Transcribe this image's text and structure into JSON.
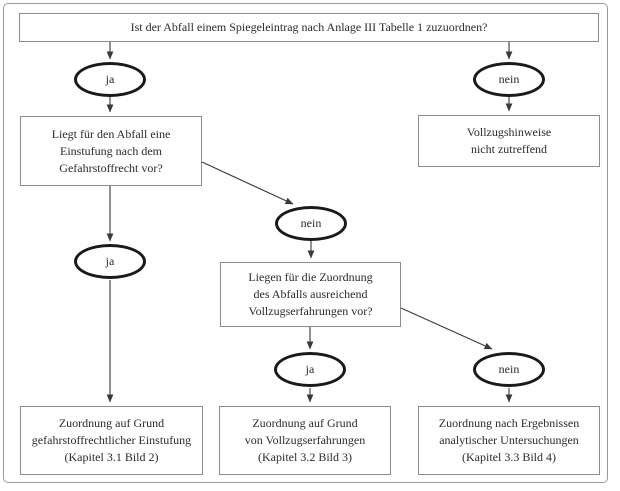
{
  "labels": {
    "yes": "ja",
    "no": "nein"
  },
  "nodes": {
    "top_question": {
      "text": "Ist der Abfall einem Spiegeleintrag nach Anlage III Tabelle 1 zuzuordnen?"
    },
    "gefahrstoff_question": {
      "line1": "Liegt für den Abfall eine",
      "line2": "Einstufung nach dem",
      "line3": "Gefahrstoffrecht vor?"
    },
    "vollzugshinweise_result": {
      "line1": "Vollzugshinweise",
      "line2": "nicht zutreffend"
    },
    "vollzug_question": {
      "line1": "Liegen für die Zuordnung",
      "line2": "des Abfalls ausreichend",
      "line3": "Vollzugserfahrungen vor?"
    },
    "result_gefahrstoff": {
      "line1": "Zuordnung auf Grund",
      "line2": "gefahrstoffrechtlicher Einstufung",
      "line3": "(Kapitel 3.1 Bild 2)"
    },
    "result_vollzug": {
      "line1": "Zuordnung auf Grund",
      "line2": "von Vollzugserfahrungen",
      "line3": "(Kapitel 3.2 Bild 3)"
    },
    "result_analytik": {
      "line1": "Zuordnung nach Ergebnissen",
      "line2": "analytischer Untersuchungen",
      "line3": "(Kapitel 3.3 Bild 4)"
    }
  },
  "colors": {
    "background": "#ffffff",
    "frame_border": "#9a9a9a",
    "box_border": "#8c8c8c",
    "ellipse_stroke": "#1a1a1a",
    "arrow": "#3a3a3a",
    "text": "#2b2b2b"
  }
}
